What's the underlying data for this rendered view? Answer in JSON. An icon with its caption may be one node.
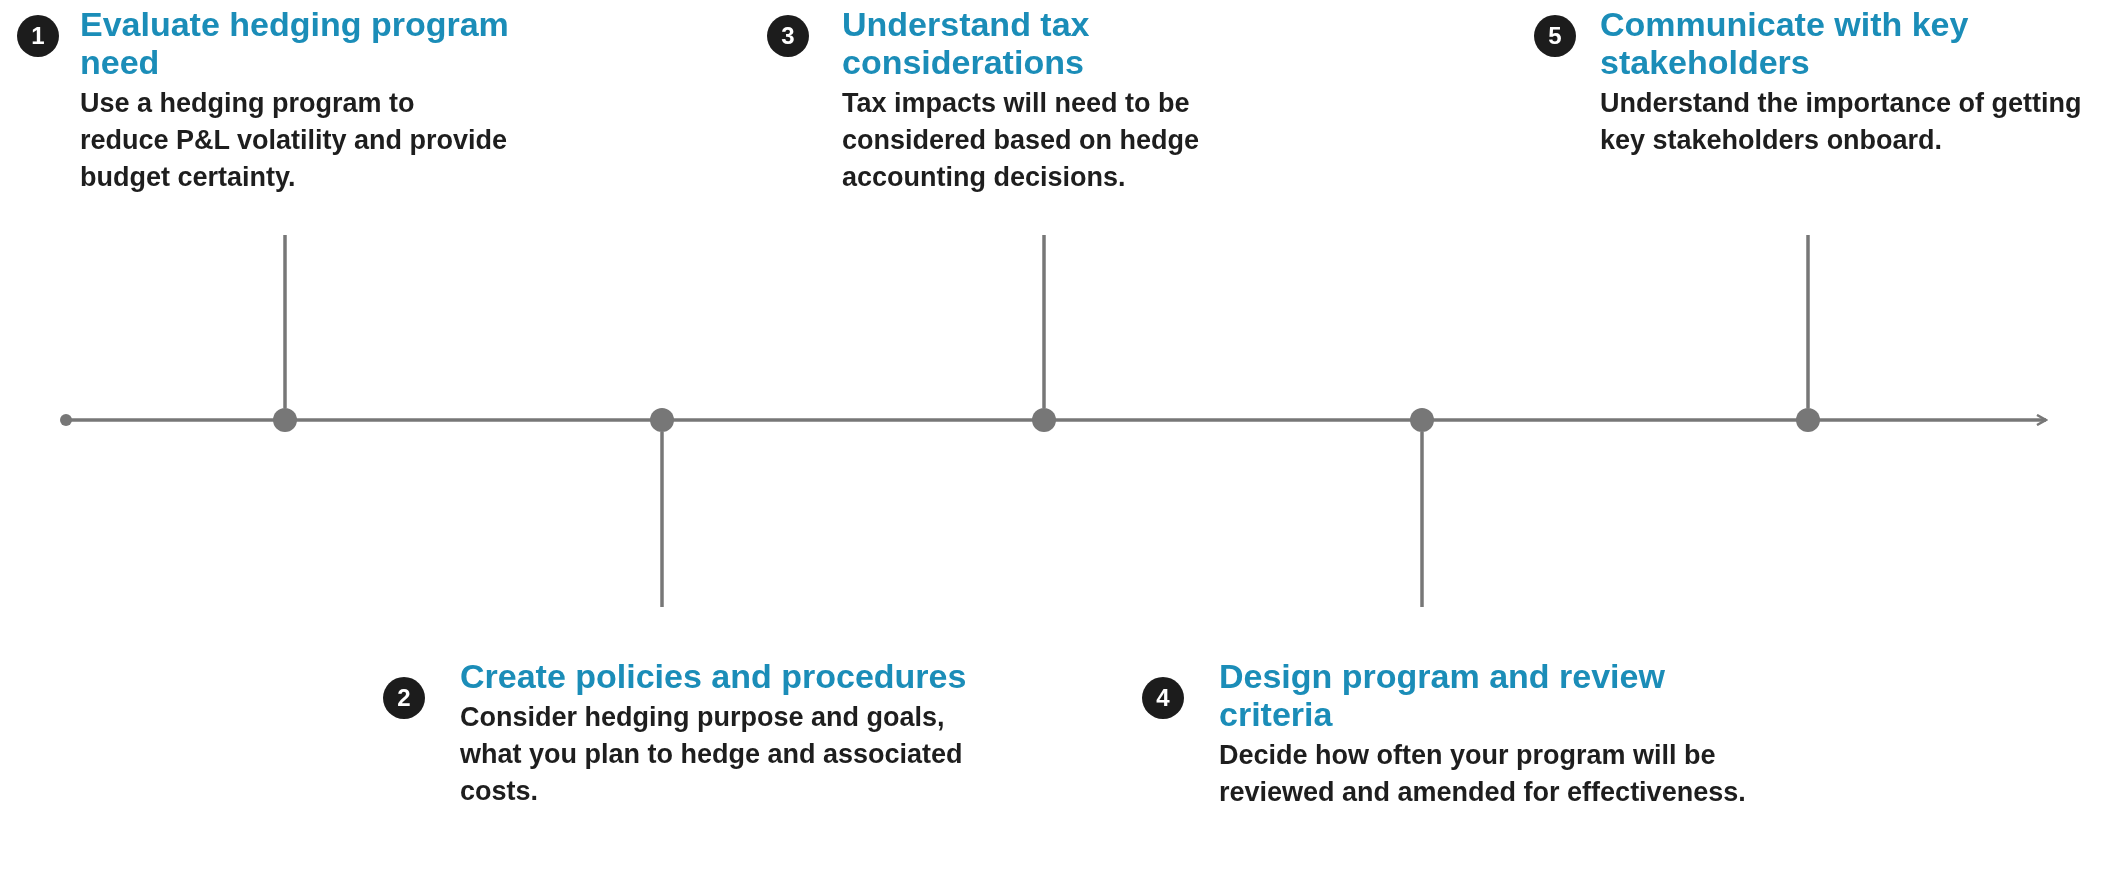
{
  "diagram": {
    "nodes": [
      {
        "text": [
          "1"
        ]
      },
      {
        "text": [
          "Evaluate hedging program need",
          "Use a hedging program to reduce P&L volatility and provide budget certainty."
        ]
      },
      {
        "text": [
          "3"
        ]
      },
      {
        "text": [
          "Understand tax considerations",
          "Tax impacts will need to be considered based on hedge accounting decisions."
        ]
      },
      {
        "text": [
          "5"
        ]
      },
      {
        "text": [
          "Communicate with key stakeholders",
          "Understand the importance of getting key stakeholders onboard."
        ]
      },
      {
        "text": [],
        "shape": "circle"
      },
      {
        "text": [],
        "shape": "circle"
      },
      {
        "text": [],
        "shape": "circle"
      },
      {
        "text": [],
        "shape": "circle"
      },
      {
        "text": [],
        "shape": "circle"
      },
      {
        "text": [
          "2"
        ]
      },
      {
        "text": [
          "Create policies and procedures",
          "Consider hedging purpose and goals, what you plan to hedge and associated costs."
        ]
      },
      {
        "text": [
          "4"
        ]
      },
      {
        "text": [
          "Design program and review criteria",
          "Decide how often your program will be reviewed and amended for effectiveness."
        ]
      }
    ],
    "edges": [
      {
        "from": 1,
        "to": 6,
        "arrow": "none"
      },
      {
        "from": 12,
        "to": 7,
        "arrow": "none"
      },
      {
        "from": 3,
        "to": 8,
        "arrow": "none"
      },
      {
        "from": 14,
        "to": 9,
        "arrow": "none"
      },
      {
        "from": 5,
        "to": 10,
        "arrow": "none"
      }
    ]
  }
}
